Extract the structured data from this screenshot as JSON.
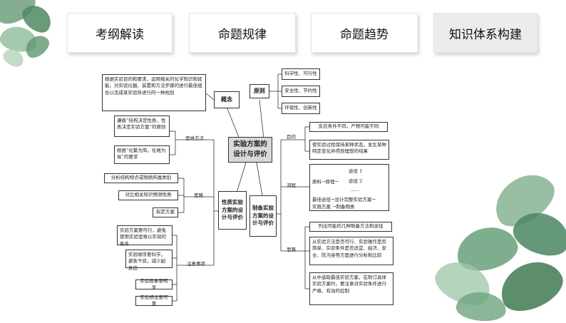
{
  "tabs": [
    "考纲解读",
    "命题规律",
    "命题趋势",
    "知识体系构建"
  ],
  "hub": "实验方案的设计与评价",
  "concept": {
    "title": "概念",
    "text": "根据实验目的和要求，运用相关的化学知识和技能，对实验仪器、装置和方法步骤的进行最佳组合以完成某实验所进行的一种规划"
  },
  "principle": {
    "title": "原则",
    "items": [
      "科学性、可行性",
      "安全性、节约性",
      "环保性、创新性"
    ]
  },
  "property": {
    "title": "性质实验方案的设计与评价",
    "thinking_method_label": "思维方法",
    "thinking_methods": [
      "遵循“结构决定性质，性质决定实验方案”的原则",
      "根据“化繁为简，化难为易”的要求"
    ],
    "approach_label": "思路",
    "approach": [
      "分析结构特点或物质所属类别",
      "对比相关知识预测性质",
      "拟定方案"
    ],
    "notes_label": "注意事项",
    "notes": [
      "实验方案要可行，避免使用实验室难以实现的条件",
      "实验顺序要科学，避免干扰，减少副反应",
      "实验现象要明显",
      "实验结论要可靠"
    ]
  },
  "prep": {
    "title": "制备实验方案的设计与评价",
    "purpose_label": "目的",
    "purpose": [
      "反应条件不同，产物可能不同",
      "使实验过程保持某种状态，发生某种特定变化并得到理想的结果"
    ],
    "process_label": "流程",
    "process": {
      "raw": "原料→原理→",
      "route1": "途径 1",
      "route2": "途径 2",
      "dots": "……",
      "line2": "最佳途径→设计完整实验方案→",
      "line3": "实施方案 →制备物质"
    },
    "approach_label": "思路",
    "approach": [
      "列出可能的几种制备方法和途径",
      "从实验方法是否可行、实验操作是否简单、实验条件是否适宜、经济、安全、防污染等方面进行分析和比较",
      "从中选取最佳实验方案，在制订具体实验方案时，要注意对实验条件进行严格、有效的控制"
    ]
  },
  "colors": {
    "leaf_dark": "#3f7a52",
    "leaf_light": "#8fbf9c",
    "hub": "#d9d9d9"
  }
}
